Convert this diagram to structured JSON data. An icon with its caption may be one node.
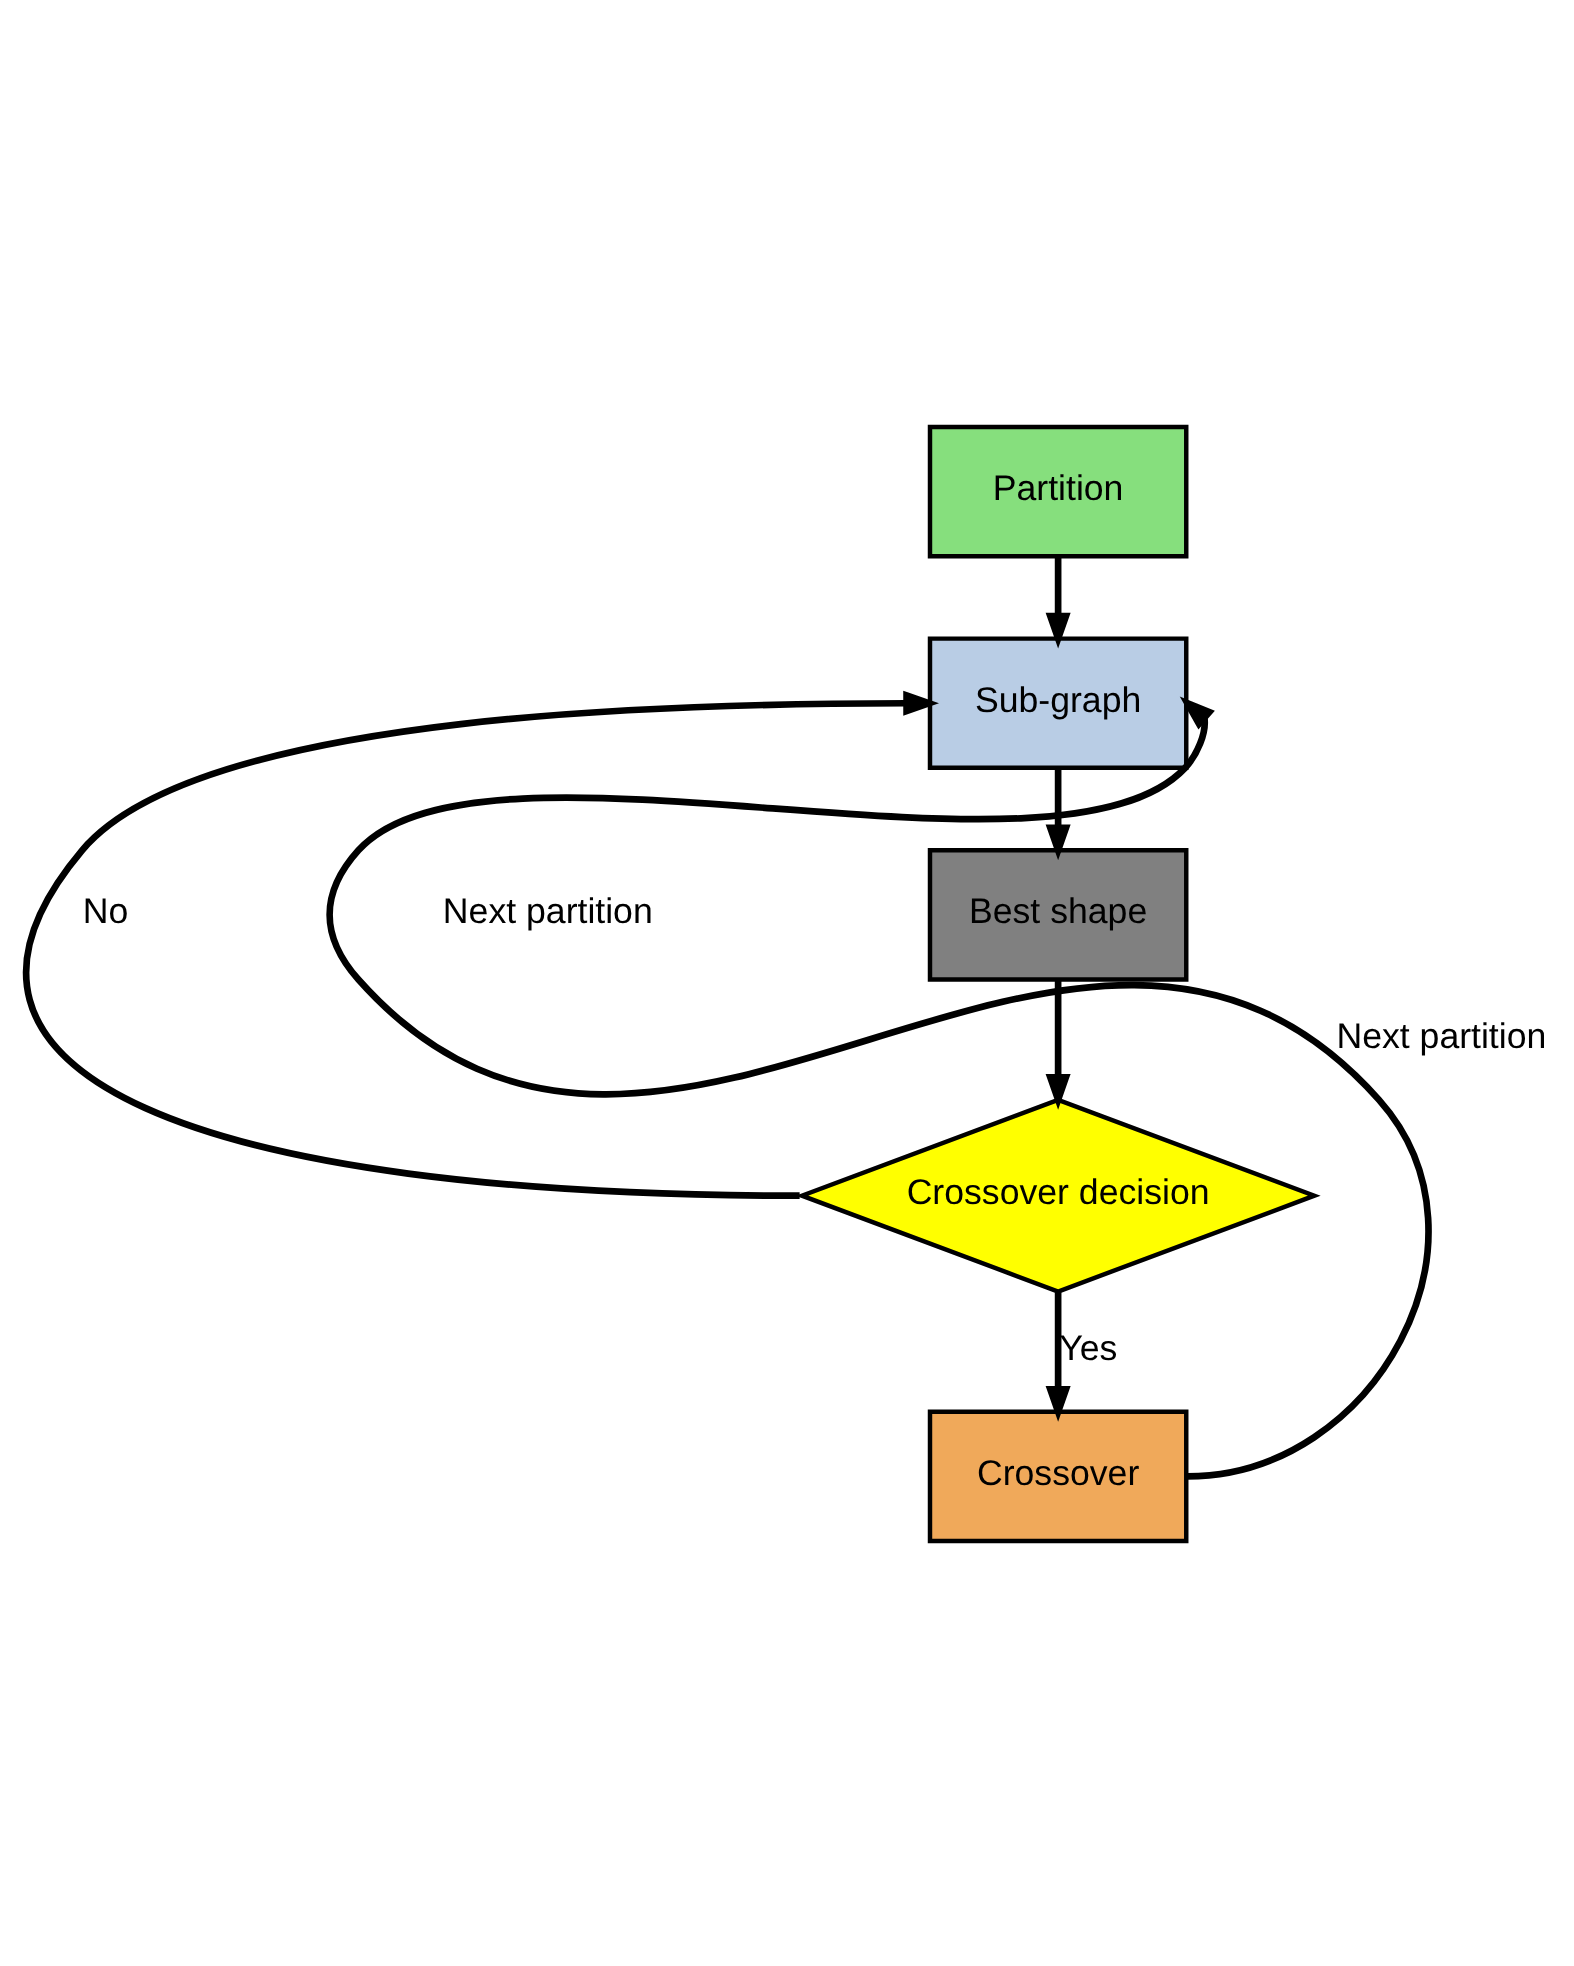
{
  "diagram": {
    "nodes": [
      {
        "text": [
          "Partition"
        ]
      },
      {
        "text": [
          "Sub-graph"
        ]
      },
      {
        "text": [
          "Best shape"
        ]
      },
      {
        "text": [
          "Crossover decision"
        ]
      },
      {
        "text": [
          "Crossover"
        ]
      }
    ],
    "edges": [
      {
        "from": 0,
        "to": 1,
        "arrow": "to"
      },
      {
        "from": 1,
        "to": 2,
        "arrow": "to"
      },
      {
        "from": 2,
        "to": 3,
        "arrow": "to"
      },
      {
        "from": 3,
        "to": 1,
        "arrow": "to",
        "label": "No"
      },
      {
        "from": 3,
        "to": 4,
        "arrow": "to",
        "label": "Yes"
      },
      {
        "from": 4,
        "to": 1,
        "arrow": "to",
        "label": "Next partition"
      }
    ],
    "labels": [
      "Next partition"
    ]
  }
}
